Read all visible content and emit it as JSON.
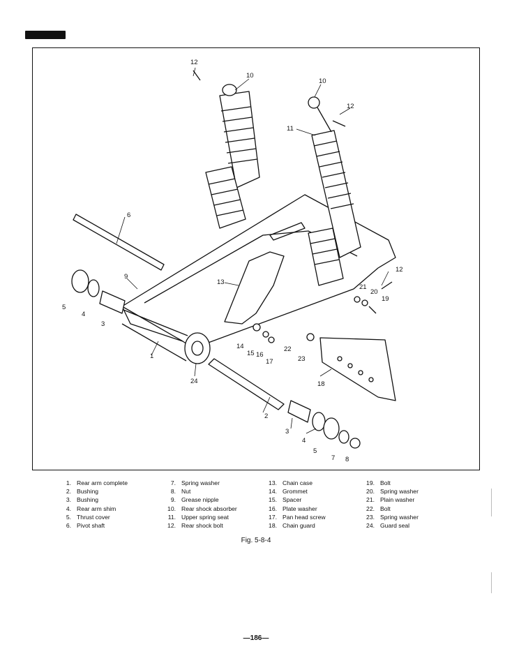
{
  "header": {
    "mark_text": ""
  },
  "figure": {
    "callouts": [
      "1",
      "2",
      "3",
      "4",
      "5",
      "6",
      "7",
      "8",
      "9",
      "10",
      "11",
      "12",
      "13",
      "14",
      "15",
      "16",
      "17",
      "18",
      "19",
      "20",
      "21",
      "22",
      "23",
      "24"
    ]
  },
  "legend": {
    "columns": [
      [
        {
          "num": "1.",
          "label": "Rear arm complete"
        },
        {
          "num": "2.",
          "label": "Bushing"
        },
        {
          "num": "3.",
          "label": "Bushing"
        },
        {
          "num": "4.",
          "label": "Rear arm shim"
        },
        {
          "num": "5.",
          "label": "Thrust cover"
        },
        {
          "num": "6.",
          "label": "Pivot shaft"
        }
      ],
      [
        {
          "num": "7.",
          "label": "Spring washer"
        },
        {
          "num": "8.",
          "label": "Nut"
        },
        {
          "num": "9.",
          "label": "Grease nipple"
        },
        {
          "num": "10.",
          "label": "Rear shock absorber"
        },
        {
          "num": "11.",
          "label": "Upper spring seat"
        },
        {
          "num": "12.",
          "label": "Rear shock bolt"
        }
      ],
      [
        {
          "num": "13.",
          "label": "Chain case"
        },
        {
          "num": "14.",
          "label": "Grommet"
        },
        {
          "num": "15.",
          "label": "Spacer"
        },
        {
          "num": "16.",
          "label": "Plate washer"
        },
        {
          "num": "17.",
          "label": "Pan head screw"
        },
        {
          "num": "18.",
          "label": "Chain guard"
        }
      ],
      [
        {
          "num": "19.",
          "label": "Bolt"
        },
        {
          "num": "20.",
          "label": "Spring washer"
        },
        {
          "num": "21.",
          "label": "Plain washer"
        },
        {
          "num": "22.",
          "label": "Bolt"
        },
        {
          "num": "23.",
          "label": "Spring washer"
        },
        {
          "num": "24.",
          "label": "Guard seal"
        }
      ]
    ]
  },
  "caption": "Fig. 5-8-4",
  "page_number": "—186—"
}
